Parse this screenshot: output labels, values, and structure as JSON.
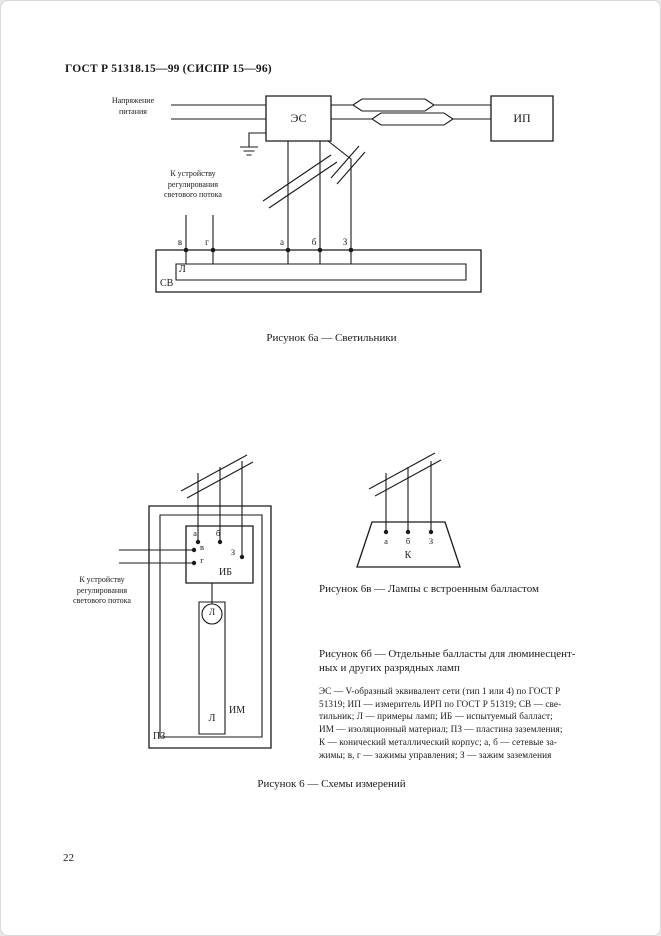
{
  "colors": {
    "ink": "#1a1a1a",
    "paper": "#ffffff"
  },
  "page": {
    "header": "ГОСТ Р 51318.15—99 (СИСПР 15—96)",
    "page_number": "22"
  },
  "fig6a": {
    "supply_label_line1": "Напряжение",
    "supply_label_line2": "питания",
    "es_label": "ЭС",
    "ip_label": "ИП",
    "regulator_line1": "К устройству",
    "regulator_line2": "регулирования",
    "regulator_line3": "светового потока",
    "terminals": {
      "v": "в",
      "g": "г",
      "a": "а",
      "b": "б",
      "z": "З"
    },
    "lamp_label": "Л",
    "sv_label": "СВ",
    "caption": "Рисунок 6а — Светильники"
  },
  "fig6b": {
    "regulator_line1": "К устройству",
    "regulator_line2": "регулирования",
    "regulator_line3": "светового потока",
    "terminals": {
      "a": "а",
      "b": "б",
      "z": "З",
      "v": "в",
      "g": "г"
    },
    "ib_label": "ИБ",
    "lamp_circle_label": "Л",
    "lamp_tube_label": "Л",
    "im_label": "ИМ",
    "pz_label": "ПЗ",
    "caption_line1": "Рисунок 6б — Отдельные балласты для люминесцент-",
    "caption_line2": "ных и других разрядных ламп"
  },
  "fig6v": {
    "terminals": {
      "a": "а",
      "b": "б",
      "z": "З"
    },
    "k_label": "К",
    "caption": "Рисунок 6в — Лампы с встроенным балластом"
  },
  "legend": {
    "lines": [
      "ЭС — V-образный эквивалент сети (тип 1 или 4) по ГОСТ Р",
      "51319; ИП — измеритель ИРП по ГОСТ Р 51319; СВ — све-",
      "тильник; Л — примеры ламп; ИБ — испытуемый балласт;",
      "ИМ — изоляционный материал; ПЗ — пластина заземления;",
      "К — конический металлический корпус; а, б — сетевые за-",
      "жимы; в, г — зажимы управления; З — зажим заземления"
    ]
  },
  "caption_fig6": "Рисунок 6 — Схемы измерений"
}
